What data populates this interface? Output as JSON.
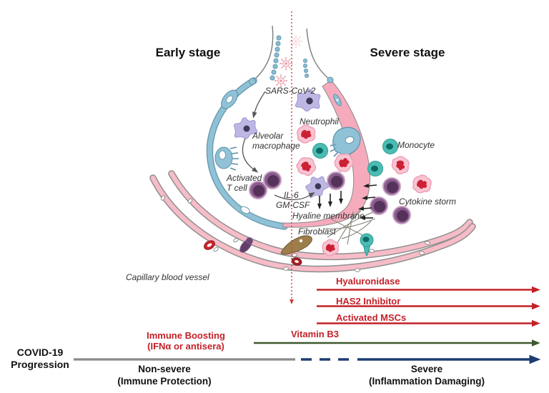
{
  "figure": {
    "stage_titles": {
      "early": "Early stage",
      "severe": "Severe stage"
    },
    "anatomy_labels": {
      "sars_cov_2": "SARS-CoV-2",
      "alveolar_macrophage_line1": "Alveolar",
      "alveolar_macrophage_line2": "macrophage",
      "neutrophil": "Neutrophil",
      "monocyte": "Monocyte",
      "activated_t_cell_line1": "Activated",
      "activated_t_cell_line2": "T cell",
      "il_6": "IL-6",
      "gm_csf": "GM-CSF",
      "hyaline_membrane": "Hyaline membrane",
      "fibroblast": "Fibroblast",
      "cytokine_storm": "Cytokine storm",
      "capillary_blood_vessel": "Capillary blood vessel"
    },
    "treatment_arrows": {
      "hyaluronidase": "Hyaluronidase",
      "has2_inhibitor": "HAS2 Inhibitor",
      "activated_mscs": "Activated MSCs",
      "vitamin_b3": "Vitamin B3",
      "immune_boosting_line1": "Immune Boosting",
      "immune_boosting_line2": "(IFNα or antisera)"
    },
    "timeline": {
      "axis_line1": "COVID-19",
      "axis_line2": "Progression",
      "non_severe_line1": "Non-severe",
      "non_severe_line2": "(Immune Protection)",
      "severe_line1": "Severe",
      "severe_line2": "(Inflammation Damaging)"
    },
    "colors": {
      "treatment_red": "#c32128",
      "vitamin_b3_green": "#3d5a2e",
      "severe_blue": "#1d3c72",
      "timeline_gray": "#8a8a8a",
      "divider_red": "#d03b3c",
      "epithelium_blue": "#8fc2d6",
      "hyaline_membrane_pink": "#f5abbc",
      "macrophage_lavender": "#bdb7e4",
      "t_cell_purple": "#714a74",
      "monocyte_teal": "#4bbcb3",
      "neutrophil_pink": "#f9c4d2",
      "rbc_red": "#ca2530",
      "fibroblast_brown": "#9d7e4a"
    }
  }
}
